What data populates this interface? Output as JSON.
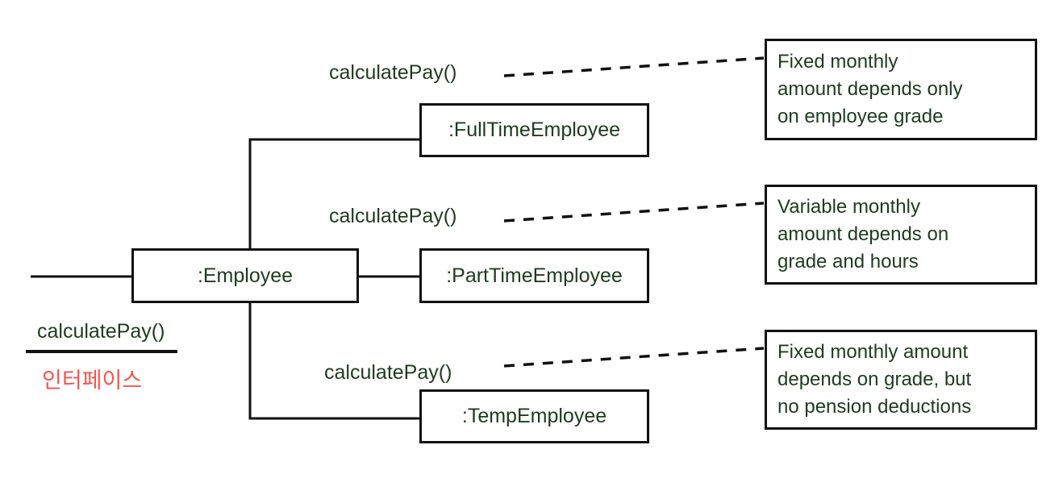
{
  "colors": {
    "text_green": "#1d3c1d",
    "note_red": "#f4564c",
    "line_black": "#111111",
    "bg": "#ffffff"
  },
  "interface": {
    "object_label": ":Employee",
    "method_label": "calculatePay()",
    "korean_note": "인터페이스"
  },
  "implementations": [
    {
      "object_label": ":FullTimeEmployee",
      "method_label": "calculatePay()",
      "note": "Fixed monthly\namount depends only\non employee grade"
    },
    {
      "object_label": ":PartTimeEmployee",
      "method_label": "calculatePay()",
      "note": "Variable monthly\namount depends on\ngrade and hours"
    },
    {
      "object_label": ":TempEmployee",
      "method_label": "calculatePay()",
      "note": "Fixed monthly amount\ndepends on grade, but\nno pension deductions"
    }
  ]
}
